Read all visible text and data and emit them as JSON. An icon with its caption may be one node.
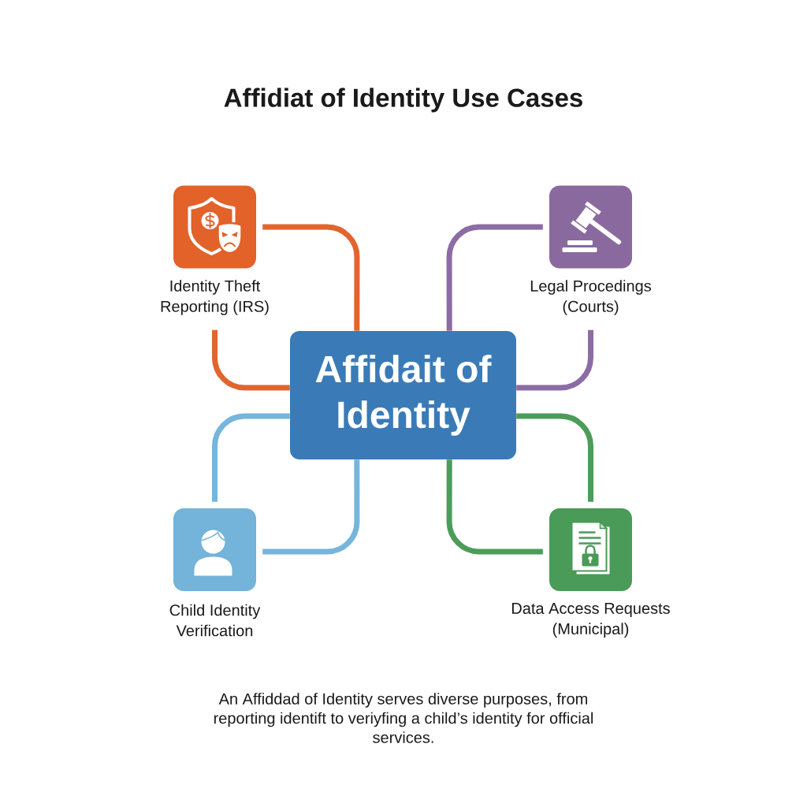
{
  "diagram": {
    "title": "Affidiat of Identity Use Cases",
    "nodes": [
      {
        "text": [],
        "shape": "box",
        "beside": [
          "Identity Theft Reporting (IRS)"
        ]
      },
      {
        "text": [],
        "shape": "box",
        "beside": [
          "Legal Procedings (Courts)"
        ]
      },
      {
        "text": [
          "Affidait of Identity"
        ]
      },
      {
        "text": [],
        "shape": "box",
        "beside": [
          "Child Identity Verification"
        ]
      },
      {
        "text": [],
        "shape": "box",
        "beside": [
          "Data Access Requests (Municipal)"
        ]
      }
    ],
    "edges": [
      {
        "from": 0,
        "to": 2,
        "arrow": "none",
        "color": "#e0652e"
      },
      {
        "from": 0,
        "to": 2,
        "arrow": "none",
        "color": "#e0652e"
      },
      {
        "from": 1,
        "to": 2,
        "arrow": "none",
        "color": "#8c6ca4"
      },
      {
        "from": 1,
        "to": 2,
        "arrow": "none",
        "color": "#8c6ca4"
      },
      {
        "from": 3,
        "to": 2,
        "arrow": "none",
        "color": "#76b5dc"
      },
      {
        "from": 3,
        "to": 2,
        "arrow": "none",
        "color": "#76b5dc"
      },
      {
        "from": 4,
        "to": 2,
        "arrow": "none",
        "color": "#4c9c5a"
      },
      {
        "from": 4,
        "to": 2,
        "arrow": "none",
        "color": "#4c9c5a"
      }
    ],
    "caption": "An Affiddad of Identity serves diverse purposes, from reporting identift to veriyfing a child’s identity for official services."
  }
}
